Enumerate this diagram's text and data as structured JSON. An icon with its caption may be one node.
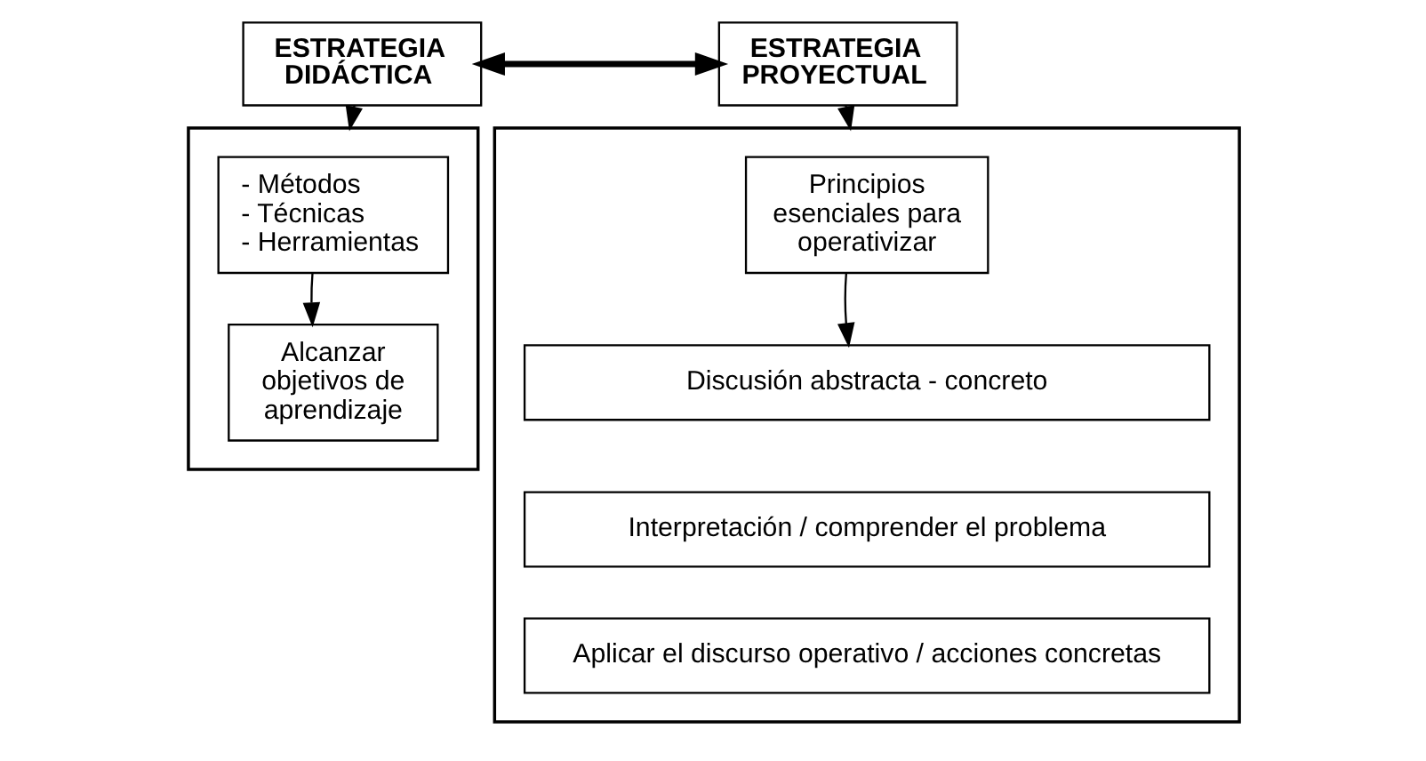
{
  "diagram": {
    "nodes": [
      {
        "text": [
          "ESTRATEGIA DIDÁCTICA"
        ]
      },
      {
        "text": [
          "ESTRATEGIA PROYECTUAL"
        ]
      },
      {
        "text": [],
        "shape": "box"
      },
      {
        "text": [
          "- Métodos - Técnicas - Herramientas"
        ],
        "in": 2
      },
      {
        "text": [
          "Alcanzar objetivos de aprendizaje"
        ],
        "in": 2
      },
      {
        "text": [],
        "shape": "box"
      },
      {
        "text": [
          "Principios esenciales para operativizar"
        ],
        "in": 5
      },
      {
        "text": [
          "Discusión abstracta - concreto"
        ],
        "in": 5
      },
      {
        "text": [
          "Interpretación / comprender el problema"
        ],
        "in": 5
      },
      {
        "text": [
          "Aplicar el discurso operativo / acciones concretas"
        ],
        "in": 5
      }
    ],
    "edges": [
      {
        "from": 0,
        "to": 1,
        "arrow": "both",
        "style": "thick"
      },
      {
        "from": 0,
        "to": 2,
        "arrow": "to"
      },
      {
        "from": 1,
        "to": 5,
        "arrow": "to"
      },
      {
        "from": 3,
        "to": 4,
        "arrow": "to"
      },
      {
        "from": 6,
        "to": 7,
        "arrow": "to"
      }
    ]
  }
}
